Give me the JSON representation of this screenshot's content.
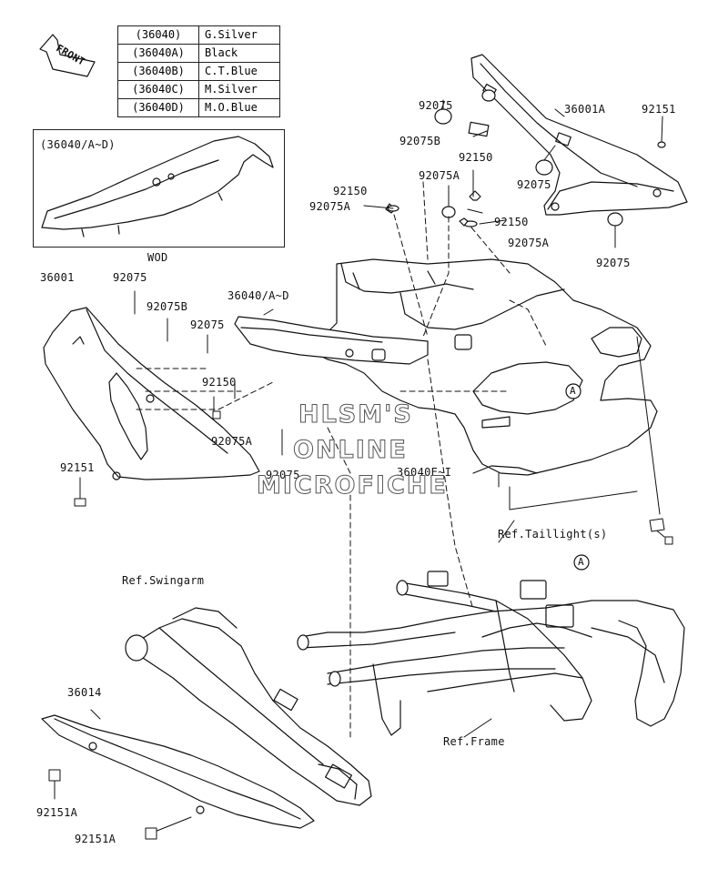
{
  "front_arrow": {
    "label": "FRONT"
  },
  "color_table": {
    "rows": [
      {
        "code": "(36040)",
        "color": "G.Silver"
      },
      {
        "code": "(36040A)",
        "color": "Black"
      },
      {
        "code": "(36040B)",
        "color": "C.T.Blue"
      },
      {
        "code": "(36040C)",
        "color": "M.Silver"
      },
      {
        "code": "(36040D)",
        "color": "M.O.Blue"
      }
    ]
  },
  "inset": {
    "label": "(36040/A~D)",
    "caption": "WOD"
  },
  "watermark": {
    "line1": "HLSM'S",
    "line2": "ONLINE",
    "line3": "MICROFICHE"
  },
  "callouts": {
    "p92075_a": "92075",
    "p36001A": "36001A",
    "p92151_a": "92151",
    "p92075B_a": "92075B",
    "p92150_a": "92150",
    "p92075A_a": "92075A",
    "p92075_b": "92075",
    "p92150_b": "92150",
    "p92075A_b": "92075A",
    "p92150_c": "92150",
    "p92075A_c": "92075A",
    "p92075_c": "92075",
    "p36001": "36001",
    "p92075_d": "92075",
    "p92075B_b": "92075B",
    "p36040": "36040/A~D",
    "p92075_e": "92075",
    "p92150_d": "92150",
    "p92075A_d": "92075A",
    "p92075_f": "92075",
    "p92151_b": "92151",
    "p36040E": "36040E~I",
    "ref_taillight": "Ref.Taillight(s)",
    "ref_swingarm": "Ref.Swingarm",
    "p36014": "36014",
    "p92151A_a": "92151A",
    "p92151A_b": "92151A",
    "ref_frame": "Ref.Frame",
    "marker_a1": "A",
    "marker_a2": "A"
  }
}
